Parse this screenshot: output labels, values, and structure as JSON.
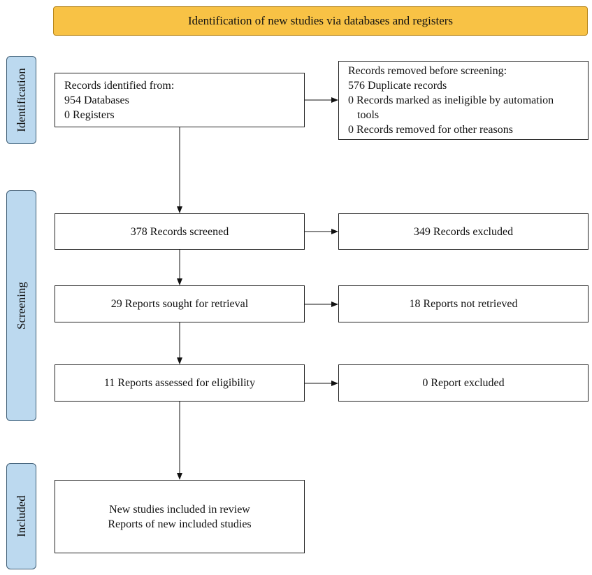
{
  "header": {
    "title": "Identification of new studies via databases and registers"
  },
  "phases": {
    "identification": "Identification",
    "screening": "Screening",
    "included": "Included"
  },
  "identification": {
    "records_identified": {
      "heading": "Records identified from:",
      "databases": "954 Databases",
      "registers": "0 Registers"
    },
    "records_removed": {
      "heading": "Records removed before screening:",
      "duplicates": "576 Duplicate records",
      "ineligible_line1": "0 Records marked as ineligible by automation",
      "ineligible_line2": "tools",
      "other": "0 Records removed for other reasons"
    }
  },
  "screening": {
    "records_screened": "378 Records screened",
    "records_excluded": "349 Records excluded",
    "reports_sought": "29 Reports sought for retrieval",
    "reports_not_retrieved": "18 Reports not retrieved",
    "reports_assessed": "11 Reports assessed for eligibility",
    "reports_excluded": "0 Report excluded"
  },
  "included": {
    "line1": "New studies included in review",
    "line2": "Reports of new included studies"
  },
  "colors": {
    "header_fill": "#f8c245",
    "phase_fill": "#bcd9ef",
    "border": "#222222"
  }
}
